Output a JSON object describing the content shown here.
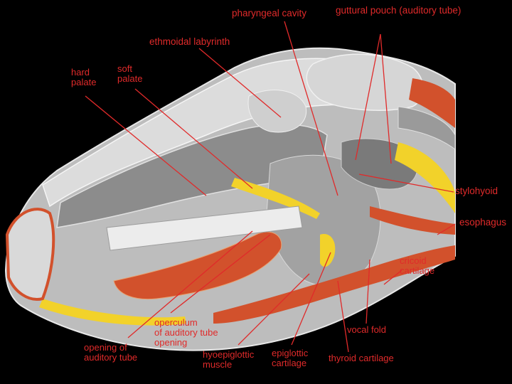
{
  "colors": {
    "background": "#000000",
    "label": "#e02a2a",
    "leader_line": "#e02a2a",
    "bone": "#d9d9d9",
    "soft_tissue": "#9a9a9a",
    "muscle": "#d2512c",
    "fat": "#f2d22a"
  },
  "labels": {
    "pharyngeal_cavity": "pharyngeal cavity",
    "guttural_pouch": "guttural pouch (auditory tube)",
    "ethmoidal_labyrinth": "ethmoidal labyrinth",
    "hard_palate": "hard\npalate",
    "soft_palate": "soft\npalate",
    "stylohyoid": "stylohyoid",
    "esophagus": "esophagus",
    "cricoid_cartilage": "cricoid\ncartilage",
    "vocal_fold": "vocal fold",
    "operculum": "operculum\nof auditory tube\nopening",
    "opening_auditory_tube": "opening of\nauditory tube",
    "hyoepiglottic_muscle": "hyoepiglottic\nmuscle",
    "epiglottic_cartilage": "epiglottic\ncartilage",
    "thyroid_cartilage": "thyroid cartilage"
  }
}
